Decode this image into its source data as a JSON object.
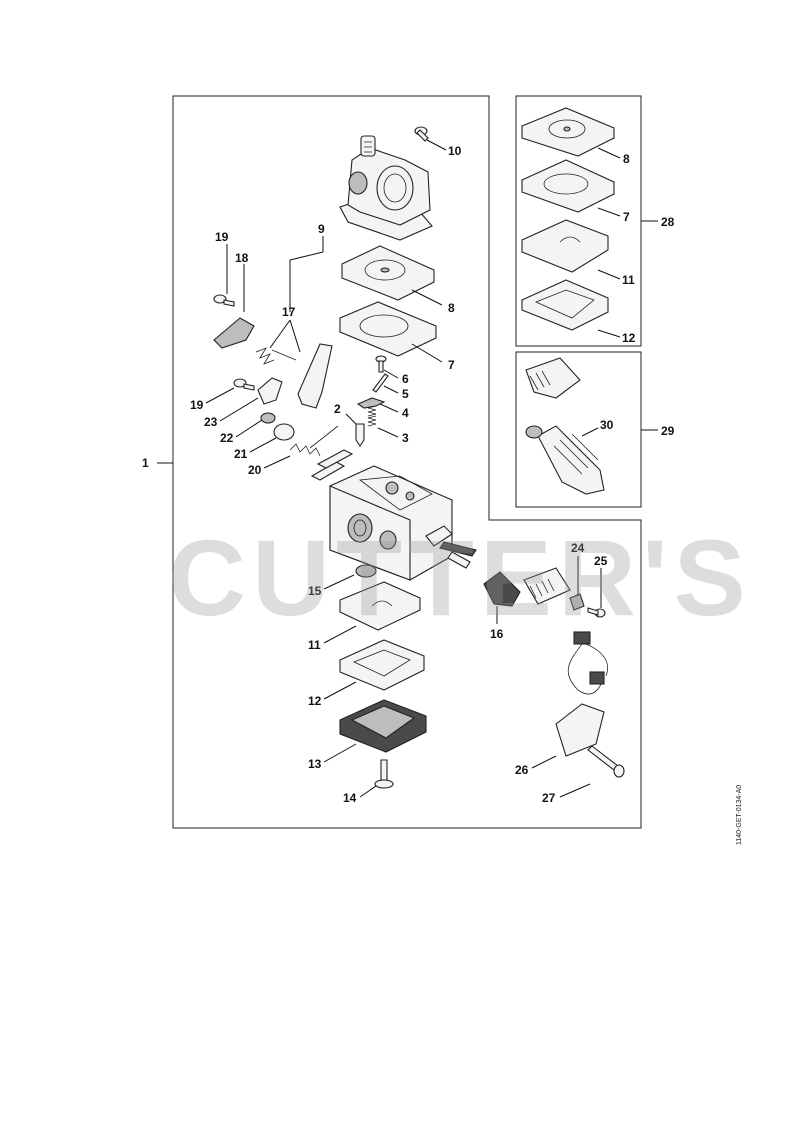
{
  "watermark": "CUTTER'S",
  "doc_ref": "1140-GET-0134-A0",
  "callouts": {
    "c1": "1",
    "c2": "2",
    "c3": "3",
    "c4": "4",
    "c5": "5",
    "c6": "6",
    "c7": "7",
    "c7b": "7",
    "c8": "8",
    "c8b": "8",
    "c9": "9",
    "c10": "10",
    "c11": "11",
    "c11b": "11",
    "c12": "12",
    "c12b": "12",
    "c13": "13",
    "c14": "14",
    "c15": "15",
    "c16": "16",
    "c17": "17",
    "c18": "18",
    "c19": "19",
    "c19b": "19",
    "c20": "20",
    "c21": "21",
    "c22": "22",
    "c23": "23",
    "c24": "24",
    "c25": "25",
    "c26": "26",
    "c27": "27",
    "c28": "28",
    "c29": "29",
    "c30": "30"
  }
}
